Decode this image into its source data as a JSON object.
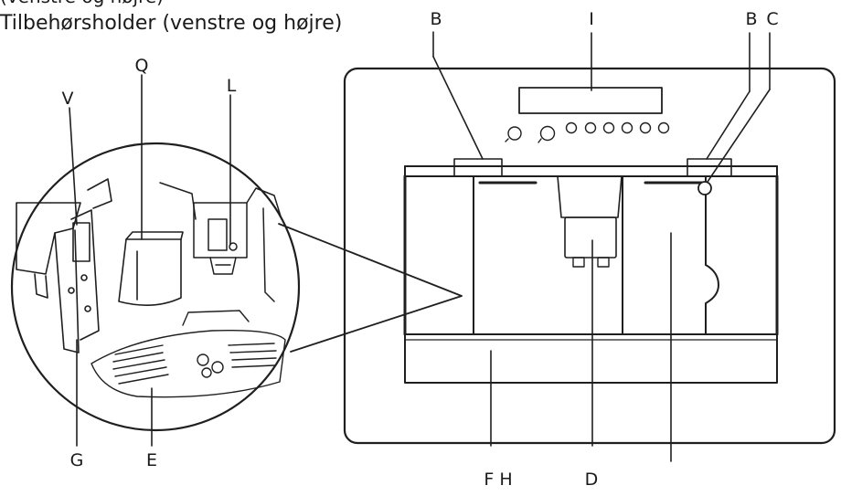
{
  "header": {
    "cut_line": "(venstre og højre)",
    "title": "Tilbehørsholder (venstre og højre)"
  },
  "labels": {
    "B_left": "B",
    "I": "I",
    "B_right": "B",
    "C": "C",
    "Q": "Q",
    "L": "L",
    "V": "V",
    "G": "G",
    "E": "E",
    "FH": "F H",
    "D": "D"
  },
  "colors": {
    "line": "#1f1f1f",
    "background": "#ffffff"
  }
}
